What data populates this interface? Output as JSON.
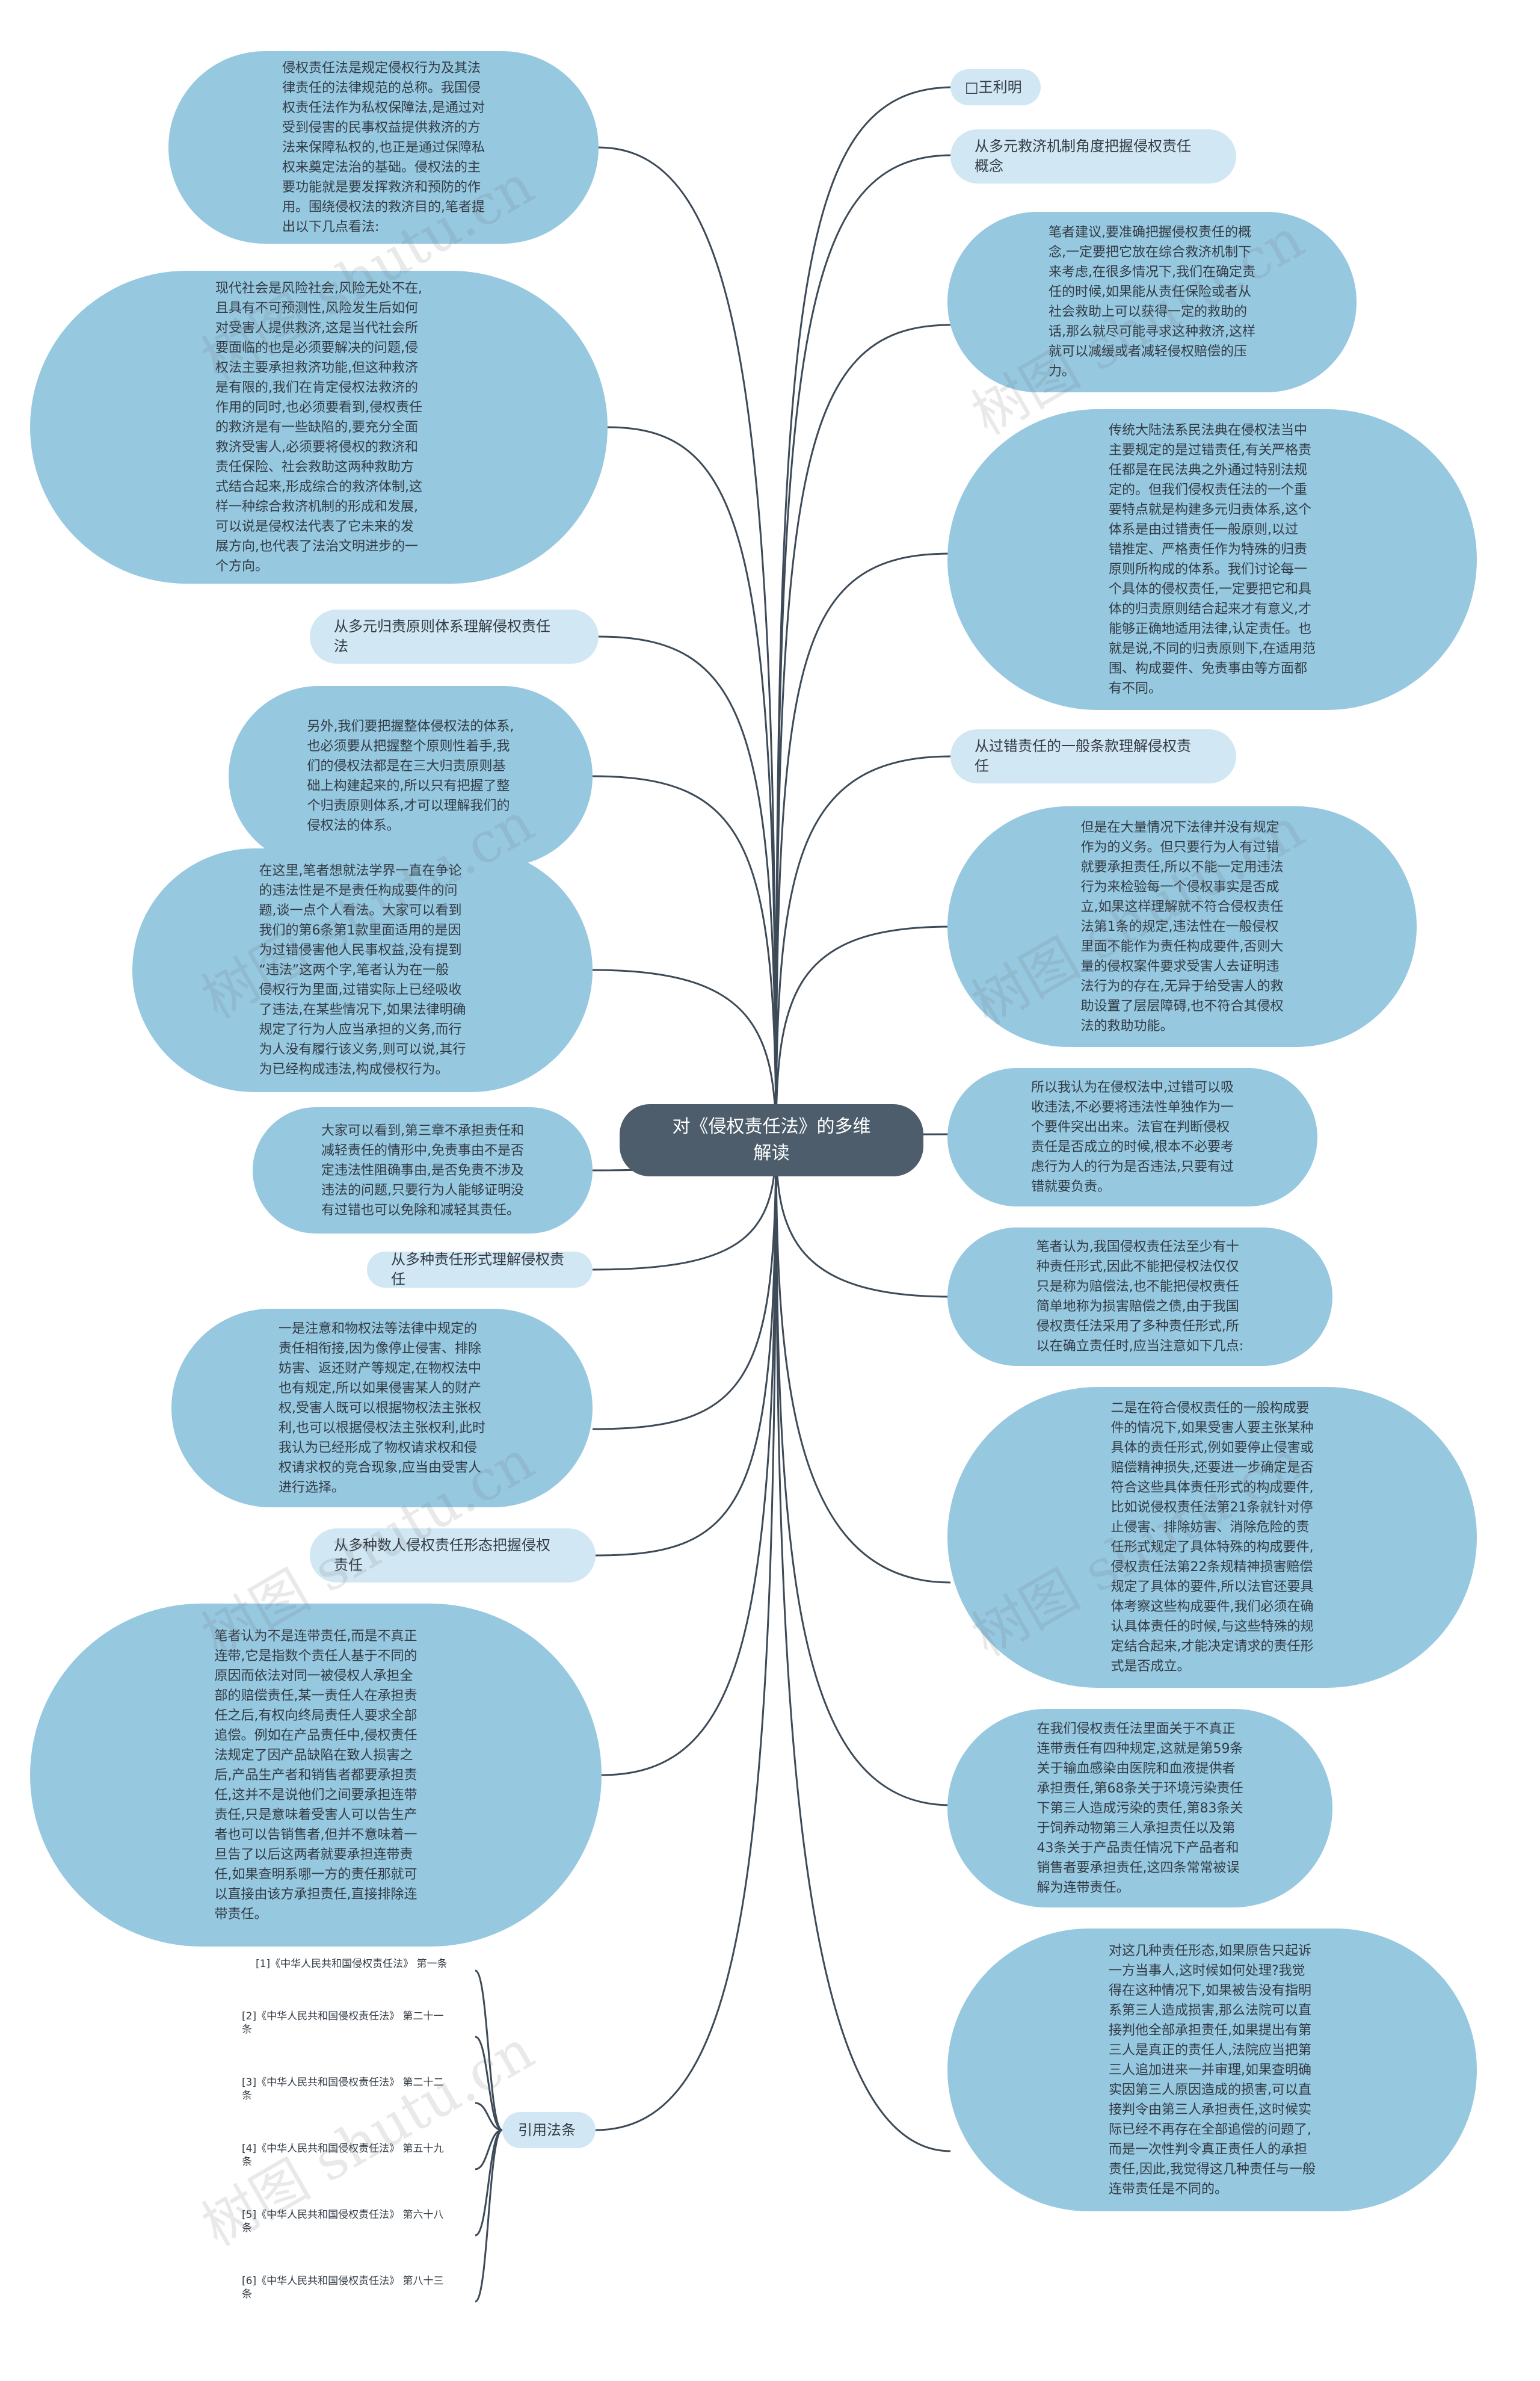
{
  "root": {
    "title": "对《侵权责任法》的多维\n解读"
  },
  "right": {
    "author": "□王利明",
    "t1": "从多元救济机制角度把握侵权责任\n概念",
    "p1": "笔者建议,要准确把握侵权责任的概\n念,一定要把它放在综合救济机制下\n来考虑,在很多情况下,我们在确定责\n任的时候,如果能从责任保险或者从\n社会救助上可以获得一定的救助的\n话,那么就尽可能寻求这种救济,这样\n就可以减缓或者减轻侵权赔偿的压\n力。",
    "p2": "传统大陆法系民法典在侵权法当中\n主要规定的是过错责任,有关严格责\n任都是在民法典之外通过特别法规\n定的。但我们侵权责任法的一个重\n要特点就是构建多元归责体系,这个\n体系是由过错责任一般原则,以过\n错推定、严格责任作为特殊的归责\n原则所构成的体系。我们讨论每一\n个具体的侵权责任,一定要把它和具\n体的归责原则结合起来才有意义,才\n能够正确地适用法律,认定责任。也\n就是说,不同的归责原则下,在适用范\n围、构成要件、免责事由等方面都\n有不同。",
    "t2": "从过错责任的一般条款理解侵权责\n任",
    "p3": "但是在大量情况下法律并没有规定\n作为的义务。但只要行为人有过错\n就要承担责任,所以不能一定用违法\n行为来检验每一个侵权事实是否成\n立,如果这样理解就不符合侵权责任\n法第1条的规定,违法性在一般侵权\n里面不能作为责任构成要件,否则大\n量的侵权案件要求受害人去证明违\n法行为的存在,无异于给受害人的救\n助设置了层层障碍,也不符合其侵权\n法的救助功能。",
    "p4": "所以我认为在侵权法中,过错可以吸\n收违法,不必要将违法性单独作为一\n个要件突出出来。法官在判断侵权\n责任是否成立的时候,根本不必要考\n虑行为人的行为是否违法,只要有过\n错就要负责。",
    "p5": "笔者认为,我国侵权责任法至少有十\n种责任形式,因此不能把侵权法仅仅\n只是称为赔偿法,也不能把侵权责任\n简单地称为损害赔偿之债,由于我国\n侵权责任法采用了多种责任形式,所\n以在确立责任时,应当注意如下几点:",
    "p6": "二是在符合侵权责任的一般构成要\n件的情况下,如果受害人要主张某种\n具体的责任形式,例如要停止侵害或\n赔偿精神损失,还要进一步确定是否\n符合这些具体责任形式的构成要件,\n比如说侵权责任法第21条就针对停\n止侵害、排除妨害、消除危险的责\n任形式规定了具体特殊的构成要件,\n侵权责任法第22条规精神损害赔偿\n规定了具体的要件,所以法官还要具\n体考察这些构成要件,我们必须在确\n认具体责任的时候,与这些特殊的规\n定结合起来,才能决定请求的责任形\n式是否成立。",
    "p7": "在我们侵权责任法里面关于不真正\n连带责任有四种规定,这就是第59条\n关于输血感染由医院和血液提供者\n承担责任,第68条关于环境污染责任\n下第三人造成污染的责任,第83条关\n于饲养动物第三人承担责任以及第\n43条关于产品责任情况下产品者和\n销售者要承担责任,这四条常常被误\n解为连带责任。",
    "p8": "对这几种责任形态,如果原告只起诉\n一方当事人,这时候如何处理?我觉\n得在这种情况下,如果被告没有指明\n系第三人造成损害,那么法院可以直\n接判他全部承担责任,如果提出有第\n三人是真正的责任人,法院应当把第\n三人追加进来一并审理,如果查明确\n实因第三人原因造成的损害,可以直\n接判令由第三人承担责任,这时候实\n际已经不再存在全部追偿的问题了,\n而是一次性判令真正责任人的承担\n责任,因此,我觉得这几种责任与一般\n连带责任是不同的。"
  },
  "left": {
    "p1": "侵权责任法是规定侵权行为及其法\n律责任的法律规范的总称。我国侵\n权责任法作为私权保障法,是通过对\n受到侵害的民事权益提供救济的方\n法来保障私权的,也正是通过保障私\n权来奠定法治的基础。侵权法的主\n要功能就是要发挥救济和预防的作\n用。围绕侵权法的救济目的,笔者提\n出以下几点看法:",
    "p2": "现代社会是风险社会,风险无处不在,\n且具有不可预测性,风险发生后如何\n对受害人提供救济,这是当代社会所\n要面临的也是必须要解决的问题,侵\n权法主要承担救济功能,但这种救济\n是有限的,我们在肯定侵权法救济的\n作用的同时,也必须要看到,侵权责任\n的救济是有一些缺陷的,要充分全面\n救济受害人,必须要将侵权的救济和\n责任保险、社会救助这两种救助方\n式结合起来,形成综合的救济体制,这\n样一种综合救济机制的形成和发展,\n可以说是侵权法代表了它未来的发\n展方向,也代表了法治文明进步的一\n个方向。",
    "t1": "从多元归责原则体系理解侵权责任\n法",
    "p3": "另外,我们要把握整体侵权法的体系,\n也必须要从把握整个原则性着手,我\n们的侵权法都是在三大归责原则基\n础上构建起来的,所以只有把握了整\n个归责原则体系,才可以理解我们的\n侵权法的体系。",
    "p4": "在这里,笔者想就法学界一直在争论\n的违法性是不是责任构成要件的问\n题,谈一点个人看法。大家可以看到\n我们的第6条第1款里面适用的是因\n为过错侵害他人民事权益,没有提到\n“违法”这两个字,笔者认为在一般\n侵权行为里面,过错实际上已经吸收\n了违法,在某些情况下,如果法律明确\n规定了行为人应当承担的义务,而行\n为人没有履行该义务,则可以说,其行\n为已经构成违法,构成侵权行为。",
    "p5": "大家可以看到,第三章不承担责任和\n减轻责任的情形中,免责事由不是否\n定违法性阻确事由,是否免责不涉及\n违法的问题,只要行为人能够证明没\n有过错也可以免除和减轻其责任。",
    "t2": "从多种责任形式理解侵权责任",
    "p6": "一是注意和物权法等法律中规定的\n责任相衔接,因为像停止侵害、排除\n妨害、返还财产等规定,在物权法中\n也有规定,所以如果侵害某人的财产\n权,受害人既可以根据物权法主张权\n利,也可以根据侵权法主张权利,此时\n我认为已经形成了物权请求权和侵\n权请求权的竞合现象,应当由受害人\n进行选择。",
    "t3": "从多种数人侵权责任形态把握侵权\n责任",
    "p7": "笔者认为不是连带责任,而是不真正\n连带,它是指数个责任人基于不同的\n原因而依法对同一被侵权人承担全\n部的赔偿责任,某一责任人在承担责\n任之后,有权向终局责任人要求全部\n追偿。例如在产品责任中,侵权责任\n法规定了因产品缺陷在致人损害之\n后,产品生产者和销售者都要承担责\n任,这并不是说他们之间要承担连带\n责任,只是意味着受害人可以告生产\n者也可以告销售者,但并不意味着一\n旦告了以后这两者就要承担连带责\n任,如果查明系哪一方的责任那就可\n以直接由该方承担责任,直接排除连\n带责任。",
    "refs": {
      "label": "引用法条",
      "items": [
        "[1]《中华人民共和国侵权责任法》 第一条",
        "[2]《中华人民共和国侵权责任法》 第二十一\n条",
        "[3]《中华人民共和国侵权责任法》 第二十二\n条",
        "[4]《中华人民共和国侵权责任法》 第五十九\n条",
        "[5]《中华人民共和国侵权责任法》 第六十八\n条",
        "[6]《中华人民共和国侵权责任法》 第八十三\n条"
      ]
    }
  },
  "watermark": [
    "树图 shutu.cn",
    "树图 shutu.cn",
    "树图 shutu.cn",
    "树图 shutu.cn",
    "树图 shutu.cn",
    "树图 shutu.cn",
    "树图 shutu.cn"
  ],
  "colors": {
    "root": "#4e5d6c",
    "bubble": "#96c8e0",
    "pill": "#d1e7f3",
    "line": "#3d4a57"
  }
}
